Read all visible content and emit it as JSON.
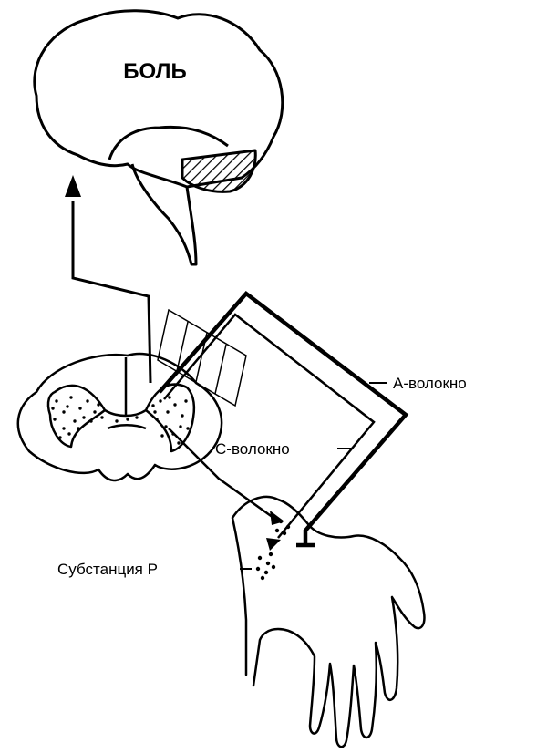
{
  "diagram": {
    "title": "БОЛЬ",
    "labels": {
      "a_fiber": "А-волокно",
      "c_fiber": "С-волокно",
      "substance_p": "Субстанция P"
    }
  }
}
